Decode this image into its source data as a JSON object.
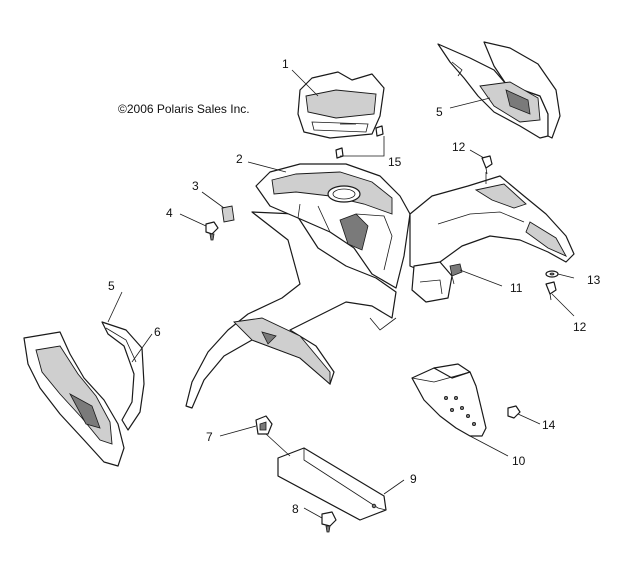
{
  "copyright": "©2006 Polaris Sales Inc.",
  "callouts": {
    "c1": "1",
    "c2": "2",
    "c3": "3",
    "c4": "4",
    "c5a": "5",
    "c5b": "5",
    "c6": "6",
    "c7": "7",
    "c8": "8",
    "c9": "9",
    "c10": "10",
    "c11": "11",
    "c12a": "12",
    "c12b": "12",
    "c13": "13",
    "c14": "14",
    "c15": "15"
  }
}
